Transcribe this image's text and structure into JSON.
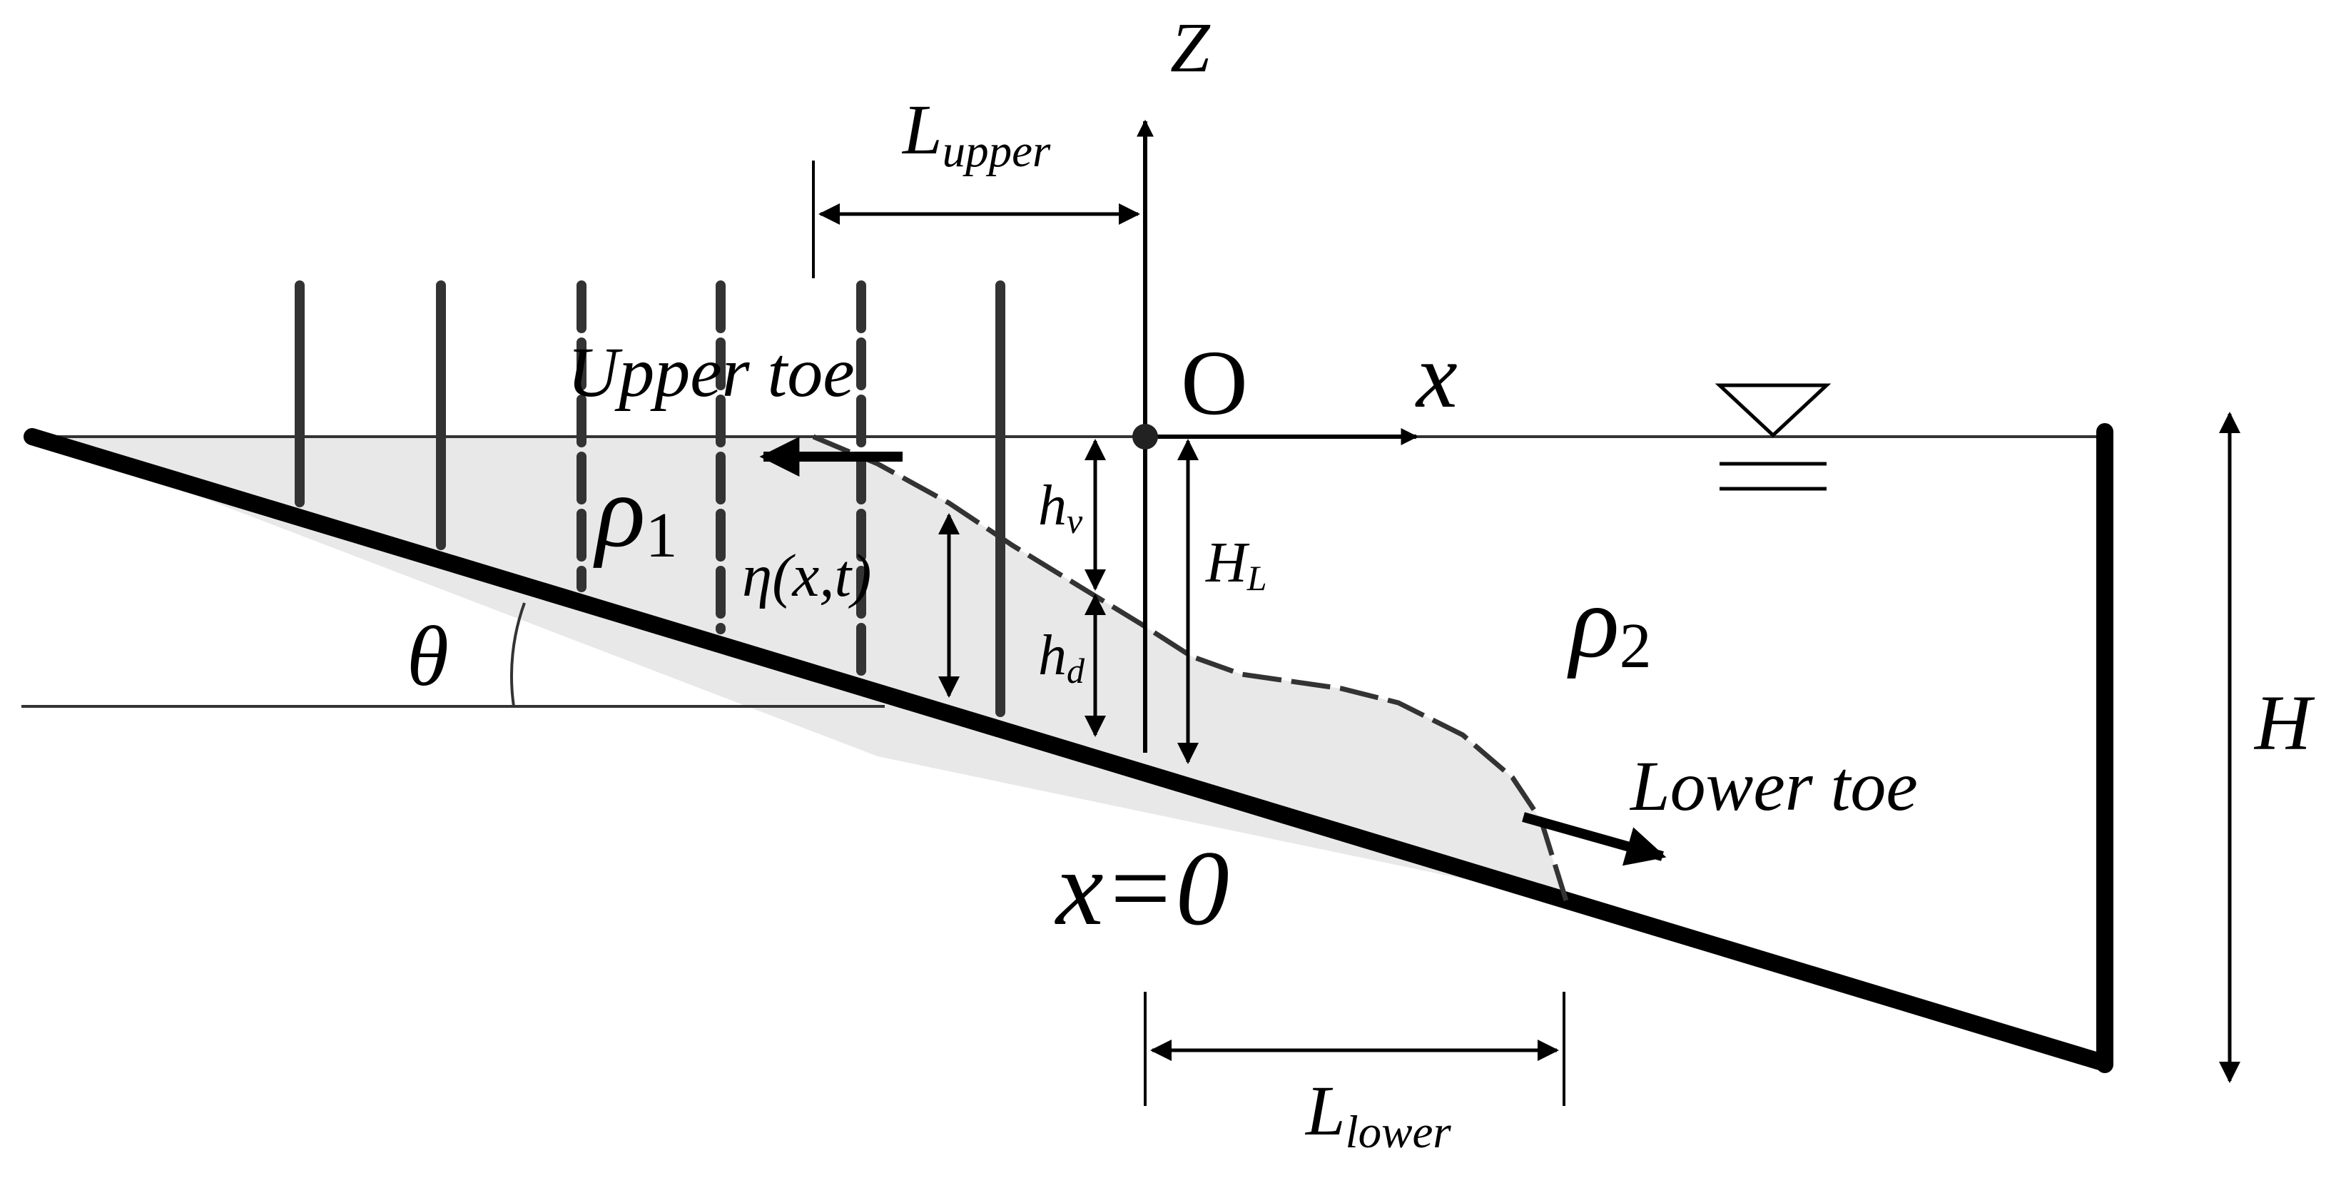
{
  "labels": {
    "z_axis": "Z",
    "x_axis": "x",
    "origin": "O",
    "l_upper_main": "L",
    "l_upper_sub": "upper",
    "l_lower_main": "L",
    "l_lower_sub": "lower",
    "upper_toe": "Upper toe",
    "lower_toe": "Lower toe",
    "rho1_main": "ρ",
    "rho1_sub": "1",
    "rho2_main": "ρ",
    "rho2_sub": "2",
    "eta": "η(x,t)",
    "theta": "θ",
    "hv_main": "h",
    "hv_sub": "v",
    "hd_main": "h",
    "hd_sub": "d",
    "HL_main": "H",
    "HL_sub": "L",
    "H": "H",
    "x_zero": "x=0"
  },
  "colors": {
    "line": "#000000",
    "fill_region": "#e8e8e8",
    "gauge": "#333333"
  }
}
